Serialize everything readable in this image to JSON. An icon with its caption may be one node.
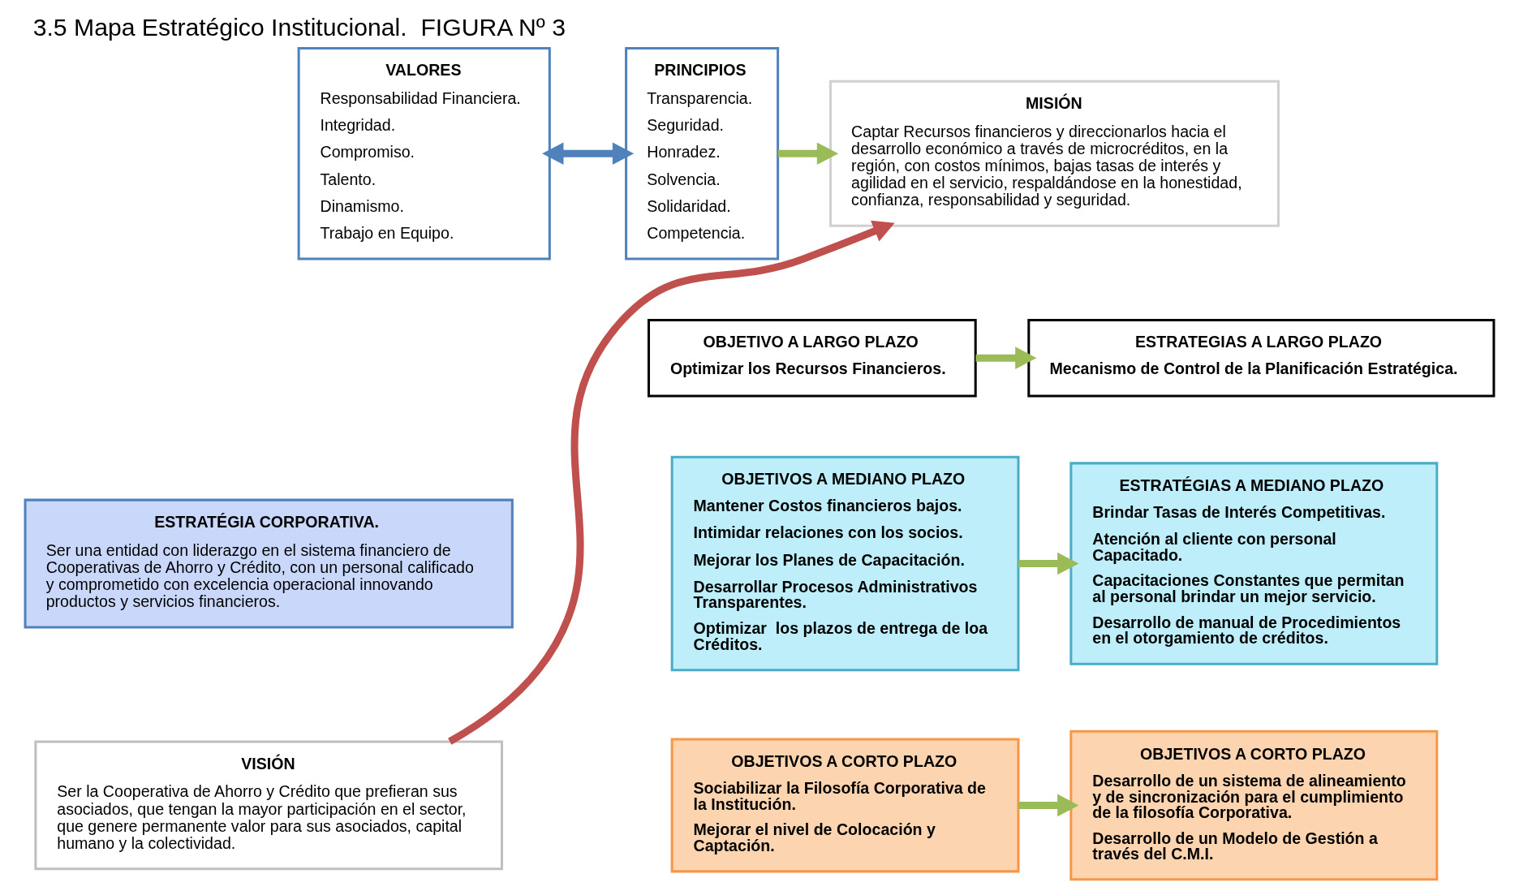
{
  "diagram": {
    "title": "3.5 Mapa Estratégico Institucional.  FIGURA Nº 3",
    "nodes": [
      {
        "text": [
          "VALORES",
          "Responsabilidad Financiera.",
          "Integridad.",
          "Compromiso.",
          "Talento.",
          "Dinamismo.",
          "Trabajo en Equipo."
        ]
      },
      {
        "text": [
          "PRINCIPIOS",
          "Transparencia.",
          "Seguridad.",
          "Honradez.",
          "Solvencia.",
          "Solidaridad.",
          "Competencia."
        ]
      },
      {
        "text": [
          "MISIÓN",
          "Captar Recursos financieros y direccionarlos hacia el desarrollo económico a través de microcréditos, en la región, con costos mínimos, bajas tasas de interés y agilidad en el servicio, respaldándose en la honestidad, confianza, responsabilidad y seguridad."
        ]
      },
      {
        "text": [
          "OBJETIVO A LARGO PLAZO",
          "Optimizar los Recursos Financieros."
        ]
      },
      {
        "text": [
          "ESTRATEGIAS A LARGO PLAZO",
          "Mecanismo de Control de la Planificación Estratégica."
        ]
      },
      {
        "text": [
          "ESTRATÉGIA CORPORATIVA.",
          "Ser una entidad con liderazgo en el sistema financiero de Cooperativas de Ahorro y Crédito, con un personal calificado y comprometido con excelencia operacional innovando productos y servicios financieros."
        ]
      },
      {
        "text": [
          "OBJETIVOS A MEDIANO PLAZO",
          "Mantener Costos financieros bajos.",
          "Intimidar relaciones con los socios.",
          "Mejorar los Planes de Capacitación.",
          "Desarrollar Procesos Administrativos Transparentes.",
          "Optimizar  los plazos de entrega de loa Créditos."
        ]
      },
      {
        "text": [
          "ESTRATÉGIAS A MEDIANO PLAZO",
          "Brindar Tasas de Interés Competitivas.",
          "Atención al cliente con personal Capacitado.",
          "Capacitaciones Constantes que permitan al personal brindar un mejor servicio.",
          "Desarrollo de manual de Procedimientos en el otorgamiento de créditos."
        ]
      },
      {
        "text": [
          "VISIÓN",
          "Ser la Cooperativa de Ahorro y Crédito que prefieran sus asociados, que tengan la mayor participación en el sector, que genere permanente valor para sus asociados, capital humano y la colectividad."
        ]
      },
      {
        "text": [
          "OBJETIVOS A CORTO PLAZO",
          "Sociabilizar la Filosofía Corporativa de la Institución.",
          "Mejorar el nivel de Colocación y Captación."
        ]
      },
      {
        "text": [
          "OBJETIVOS A CORTO PLAZO",
          "Desarrollo de un sistema de alineamiento y de sincronización para el cumplimiento de la filosofía Corporativa.",
          "Desarrollo de un Modelo de Gestión a través del C.M.I."
        ]
      }
    ],
    "edges": [
      {
        "from": 0,
        "to": 1,
        "arrow": "both",
        "color": "#4f81bd"
      },
      {
        "from": 1,
        "to": 2,
        "arrow": "to"
      },
      {
        "from": 3,
        "to": 4,
        "arrow": "to"
      },
      {
        "from": 6,
        "to": 7,
        "arrow": "to"
      },
      {
        "from": 9,
        "to": 10,
        "arrow": "to"
      },
      {
        "from": 8,
        "to": 2,
        "arrow": "to",
        "color": "#c0504d"
      }
    ]
  }
}
